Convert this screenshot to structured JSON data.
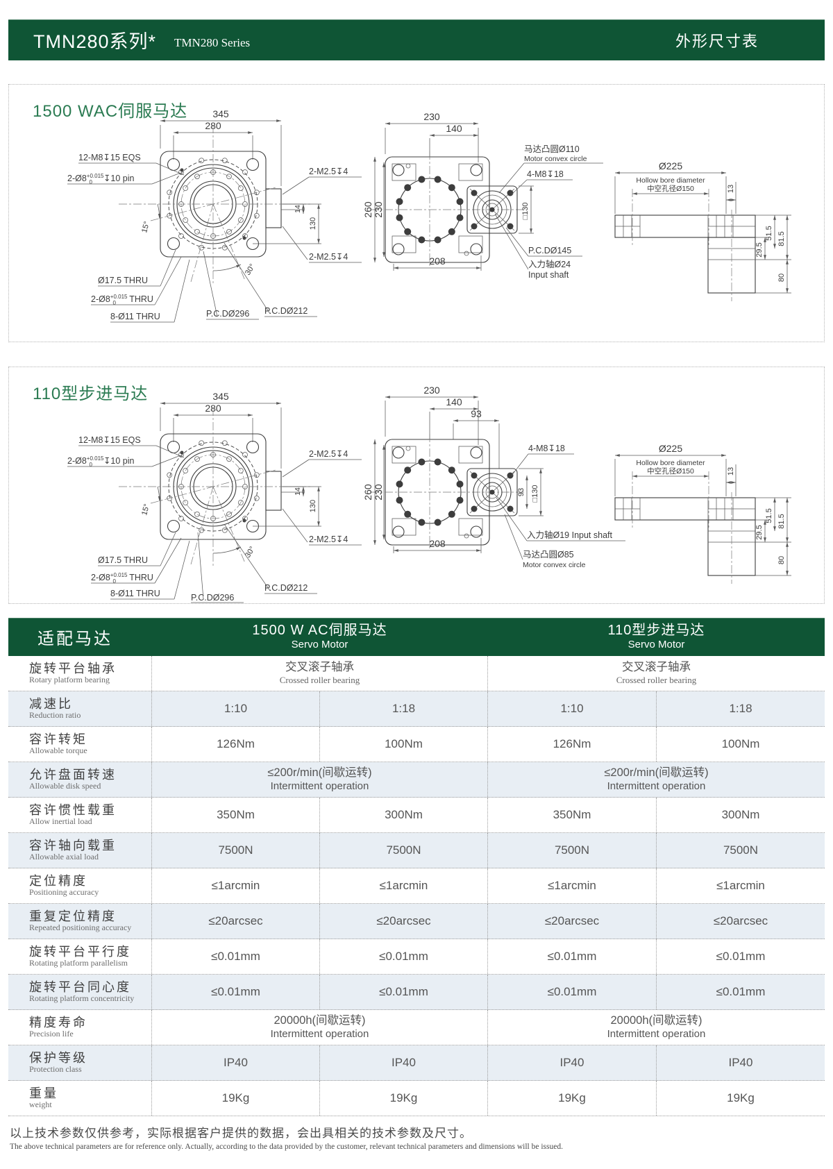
{
  "topbar": {
    "title_cn": "TMN280系列*",
    "title_en": "TMN280 Series",
    "right_title": "外形尺寸表"
  },
  "colors": {
    "green_dark": "#0f5535",
    "green_title": "#2b7b52",
    "row_alt": "#e8eef4"
  },
  "panels": [
    {
      "title": "1500 WAC伺服马达",
      "front": {
        "dim_345": "345",
        "dim_280": "280",
        "label_eqs": "12-M8↧15 EQS",
        "pin_base": "2-Ø8",
        "pin_tol_up": "+0.015",
        "pin_tol_dn": "0",
        "pin_rest": "↧10 pin",
        "label_m25_top": "2-M2.5↧4",
        "label_m25_bot": "2-M2.5↧4",
        "dim_14": "14",
        "dim_130": "130",
        "ang_15": "15°",
        "ang_30": "30°",
        "label_thru175": "Ø17.5 THRU",
        "thru8_base": "2-Ø8",
        "thru8_tol_up": "+0.015",
        "thru8_tol_dn": "0",
        "thru8_rest": " THRU",
        "label_thru11": "8-Ø11 THRU",
        "label_pcd296": "P.C.DØ296",
        "label_pcd212": "P.C.DØ212"
      },
      "rear": {
        "dim_230": "230",
        "dim_140": "140",
        "dim_260": "260",
        "dim_230v": "230",
        "dim_208": "208",
        "convex_cn": "马达凸圆Ø110",
        "convex_en": "Motor convex circle",
        "label_4m8": "4-M8↧18",
        "dim_sq130": "□130",
        "label_pcd145": "P.C.DØ145",
        "shaft_cn": "入力轴Ø24",
        "shaft_en": "Input shaft"
      },
      "side": {
        "dim_225": "Ø225",
        "bore_en": "Hollow bore diameter",
        "bore_cn": "中空孔径Ø150",
        "dim_13": "13",
        "dim_51_5": "51.5",
        "dim_81_5": "81.5",
        "dim_29_5": "29.5",
        "dim_80": "80"
      }
    },
    {
      "title": "110型步进马达",
      "front": {
        "dim_345": "345",
        "dim_280": "280",
        "label_eqs": "12-M8↧15 EQS",
        "pin_base": "2-Ø8",
        "pin_tol_up": "+0.015",
        "pin_tol_dn": "0",
        "pin_rest": "↧10 pin",
        "label_m25_top": "2-M2.5↧4",
        "label_m25_bot": "2-M2.5↧4",
        "dim_14": "14",
        "dim_130": "130",
        "ang_15": "15°",
        "ang_30": "30°",
        "label_thru175": "Ø17.5 THRU",
        "thru8_base": "2-Ø8",
        "thru8_tol_up": "+0.015",
        "thru8_tol_dn": "0",
        "thru8_rest": " THRU",
        "label_thru11": "8-Ø11 THRU",
        "label_pcd296": "P.C.DØ296",
        "label_pcd212": "P.C.DØ212"
      },
      "rear": {
        "dim_230": "230",
        "dim_140": "140",
        "dim_93_top": "93",
        "dim_260": "260",
        "dim_230v": "230",
        "dim_208": "208",
        "label_4m8": "4-M8↧18",
        "dim_93_side": "93",
        "dim_sq130": "□130",
        "shaft": "入力轴Ø19 Input shaft",
        "convex_cn": "马达凸圆Ø85",
        "convex_en": "Motor convex circle"
      },
      "side": {
        "dim_225": "Ø225",
        "bore_en": "Hollow bore diameter",
        "bore_cn": "中空孔径Ø150",
        "dim_13": "13",
        "dim_51_5": "51.5",
        "dim_81_5": "81.5",
        "dim_29_5": "29.5",
        "dim_80": "80"
      }
    }
  ],
  "table": {
    "corner": "适配马达",
    "groups": [
      {
        "cn": "1500 W AC伺服马达",
        "en": "Servo Motor"
      },
      {
        "cn": "110型步进马达",
        "en": "Servo Motor"
      }
    ],
    "rows": [
      {
        "cn": "旋转平台轴承",
        "en": "Rotary platform bearing",
        "m1": {
          "cn": "交叉滚子轴承",
          "en": "Crossed roller bearing"
        },
        "m2": {
          "cn": "交叉滚子轴承",
          "en": "Crossed roller bearing"
        }
      },
      {
        "cn": "减速比",
        "en": "Reduction ratio",
        "v": [
          "1:10",
          "1:18",
          "1:10",
          "1:18"
        ]
      },
      {
        "cn": "容许转矩",
        "en": "Allowable torque",
        "v": [
          "126Nm",
          "100Nm",
          "126Nm",
          "100Nm"
        ]
      },
      {
        "cn": "允许盘面转速",
        "en": "Allowable disk speed",
        "m1": {
          "cn": "≤200r/min(间歇运转)",
          "en": "Intermittent operation"
        },
        "m2": {
          "cn": "≤200r/min(间歇运转)",
          "en": "Intermittent operation"
        }
      },
      {
        "cn": "容许惯性载重",
        "en": "Allow inertial load",
        "v": [
          "350Nm",
          "300Nm",
          "350Nm",
          "300Nm"
        ]
      },
      {
        "cn": "容许轴向载重",
        "en": "Allowable axial load",
        "v": [
          "7500N",
          "7500N",
          "7500N",
          "7500N"
        ]
      },
      {
        "cn": "定位精度",
        "en": "Positioning accuracy",
        "v": [
          "≤1arcmin",
          "≤1arcmin",
          "≤1arcmin",
          "≤1arcmin"
        ]
      },
      {
        "cn": "重复定位精度",
        "en": "Repeated positioning accuracy",
        "v": [
          "≤20arcsec",
          "≤20arcsec",
          "≤20arcsec",
          "≤20arcsec"
        ]
      },
      {
        "cn": "旋转平台平行度",
        "en": "Rotating platform parallelism",
        "v": [
          "≤0.01mm",
          "≤0.01mm",
          "≤0.01mm",
          "≤0.01mm"
        ]
      },
      {
        "cn": "旋转平台同心度",
        "en": "Rotating platform concentricity",
        "v": [
          "≤0.01mm",
          "≤0.01mm",
          "≤0.01mm",
          "≤0.01mm"
        ]
      },
      {
        "cn": "精度寿命",
        "en": "Precision life",
        "m1": {
          "cn": "20000h(间歇运转)",
          "en": "Intermittent operation"
        },
        "m2": {
          "cn": "20000h(间歇运转)",
          "en": "Intermittent operation"
        }
      },
      {
        "cn": "保护等级",
        "en": "Protection class",
        "v": [
          "IP40",
          "IP40",
          "IP40",
          "IP40"
        ]
      },
      {
        "cn": "重量",
        "en": "weight",
        "v": [
          "19Kg",
          "19Kg",
          "19Kg",
          "19Kg"
        ]
      }
    ]
  },
  "footer": {
    "cn": "以上技术参数仅供参考，实际根据客户提供的数据，会出具相关的技术参数及尺寸。",
    "en": "The above technical parameters are for reference only. Actually, according to the data provided by the customer, relevant technical parameters and dimensions will be issued."
  }
}
